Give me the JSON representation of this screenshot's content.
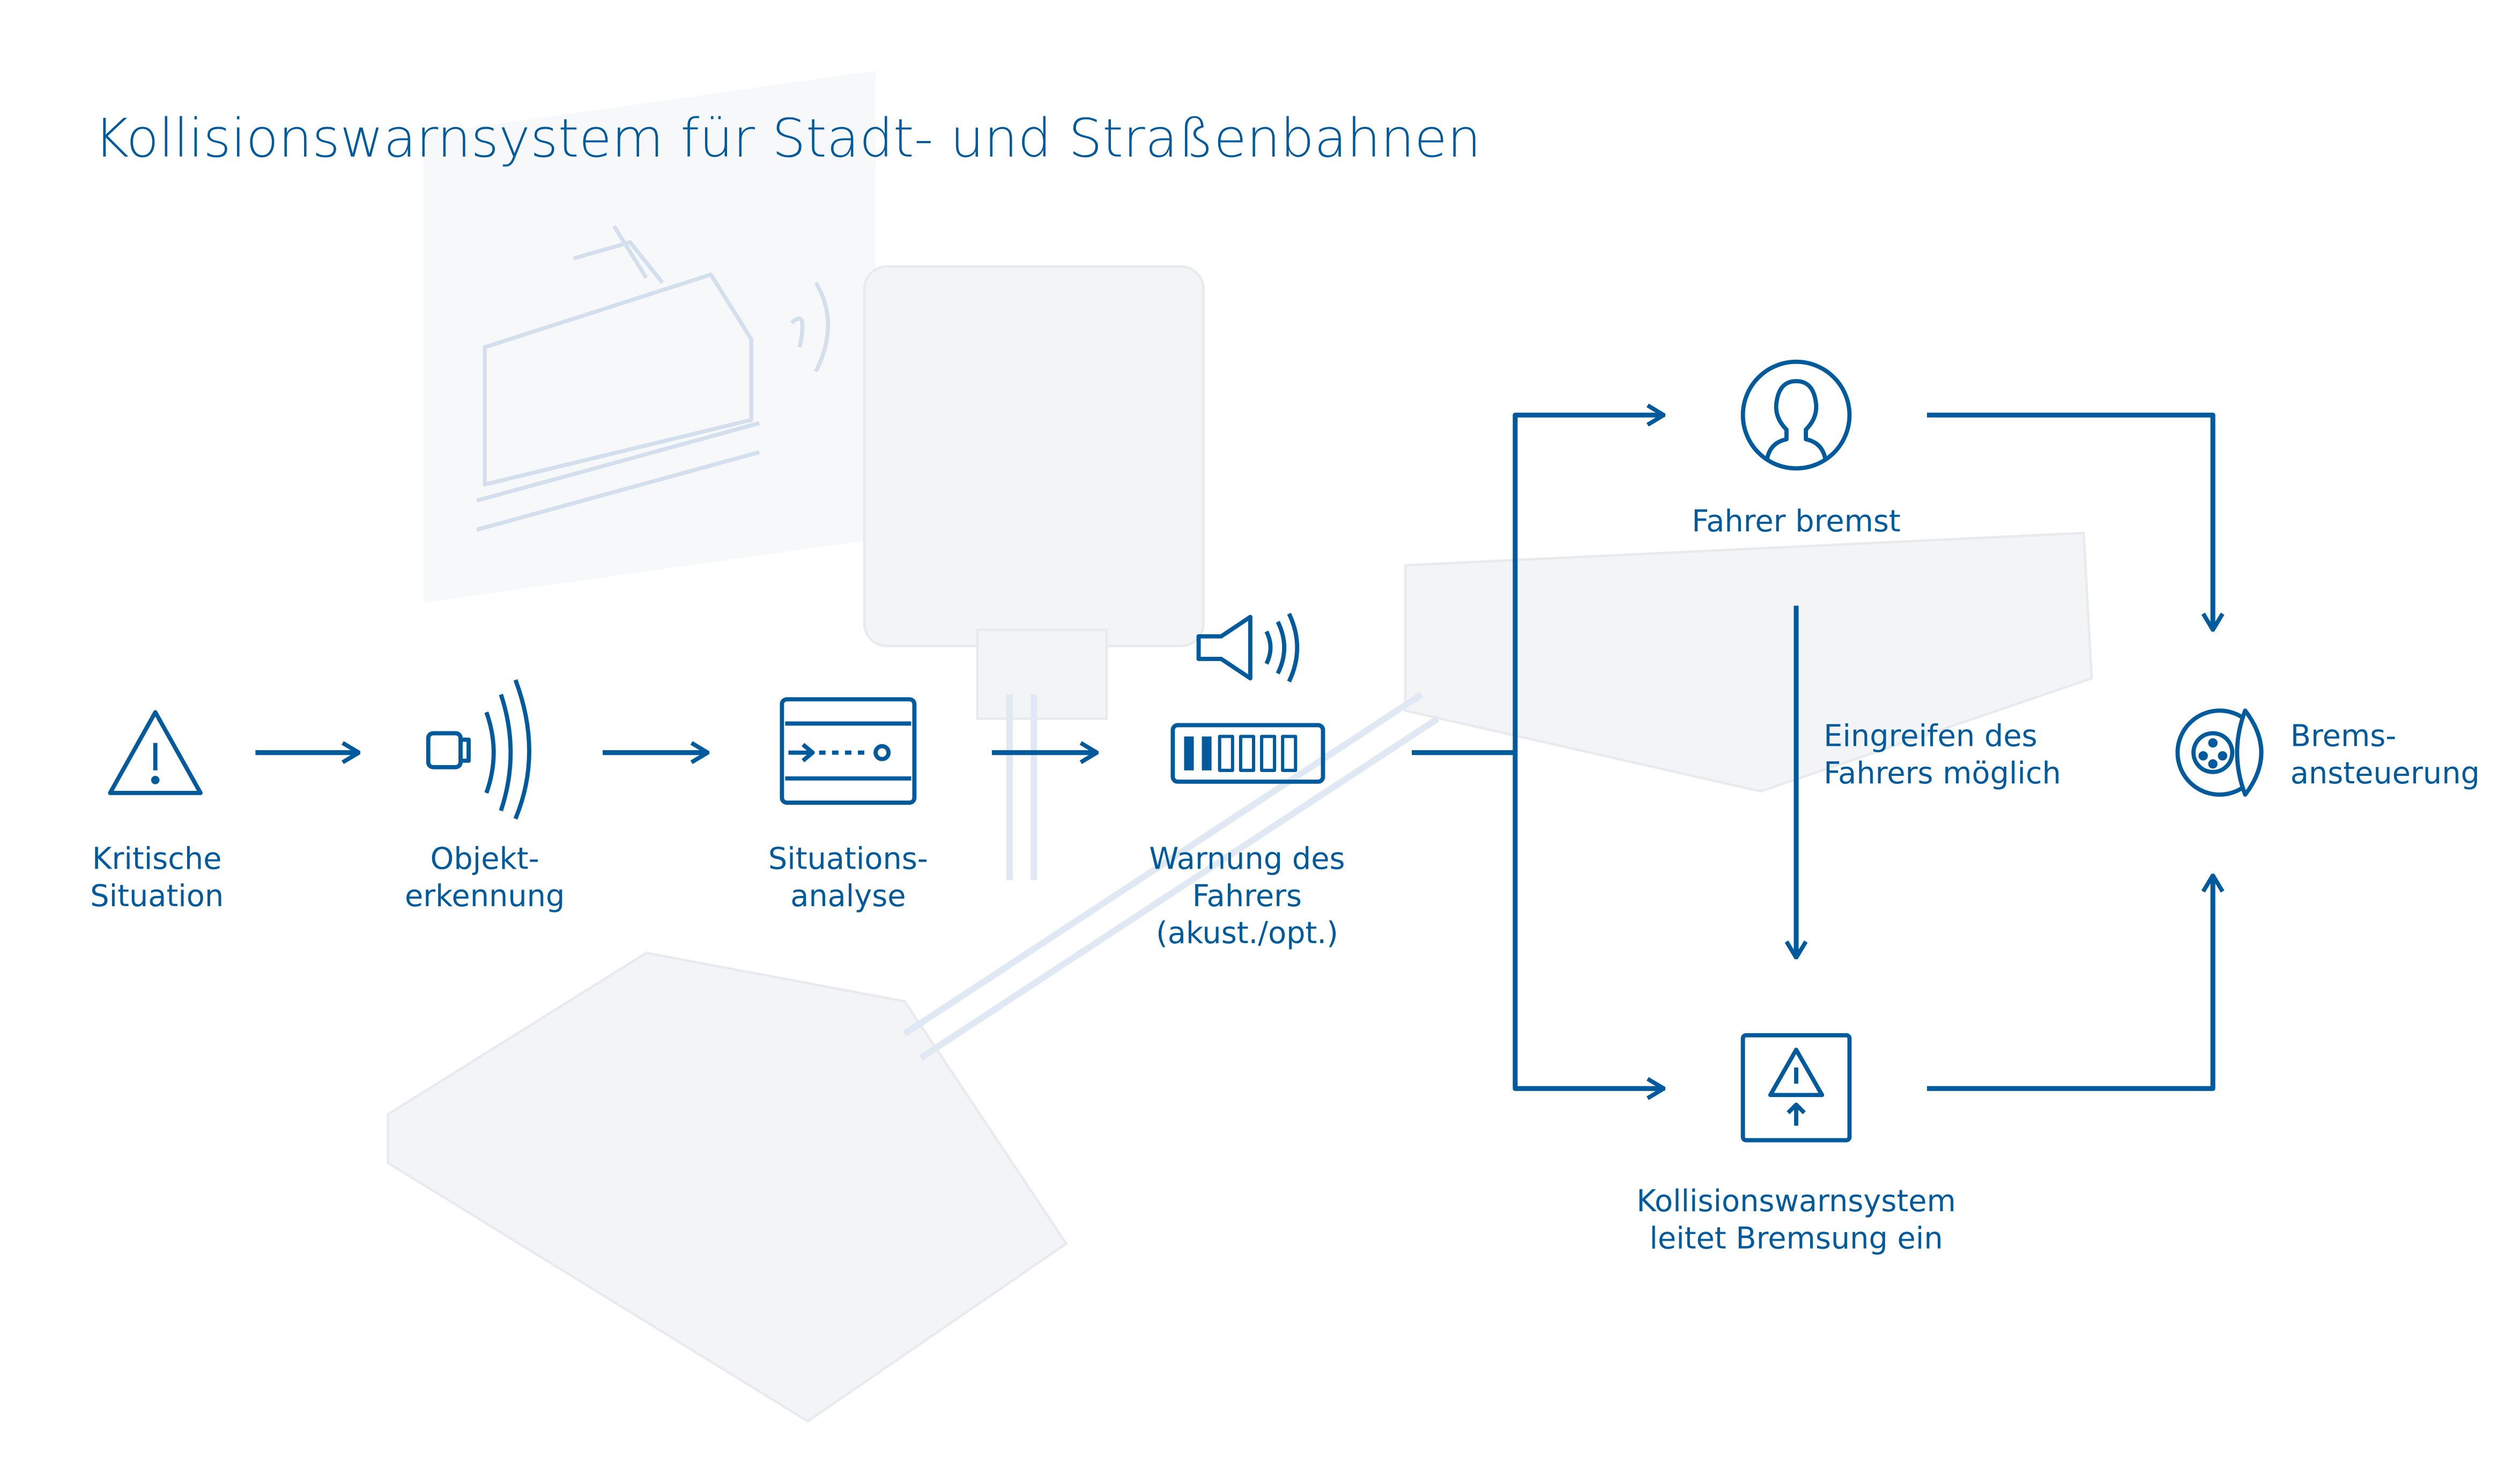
{
  "title": "Kollisionswarnsystem für Stadt- und Straßenbahnen",
  "colors": {
    "accent": "#005a9c",
    "background_device": "#f2f3f5"
  },
  "steps": [
    {
      "icon": "warning-triangle-icon",
      "label": [
        "Kritische",
        "Situation"
      ]
    },
    {
      "icon": "sensor-waves-icon",
      "label": [
        "Objekt-",
        "erkennung"
      ]
    },
    {
      "icon": "situation-analysis-icon",
      "label": [
        "Situations-",
        "analyse"
      ]
    },
    {
      "icon": "speaker-and-display-icon",
      "label": [
        "Warnung des",
        "Fahrers",
        "(akust./opt.)"
      ]
    }
  ],
  "branches": {
    "driver": {
      "icon": "person-icon",
      "label": "Fahrer bremst"
    },
    "intervention": {
      "label": [
        "Eingreifen des",
        "Fahrers möglich"
      ]
    },
    "system": {
      "icon": "warning-box-icon",
      "label": [
        "Kollisionswarnsystem",
        "leitet Bremsung ein"
      ]
    },
    "brake": {
      "icon": "brake-disc-icon",
      "label": [
        "Brems-",
        "ansteuerung"
      ]
    }
  }
}
